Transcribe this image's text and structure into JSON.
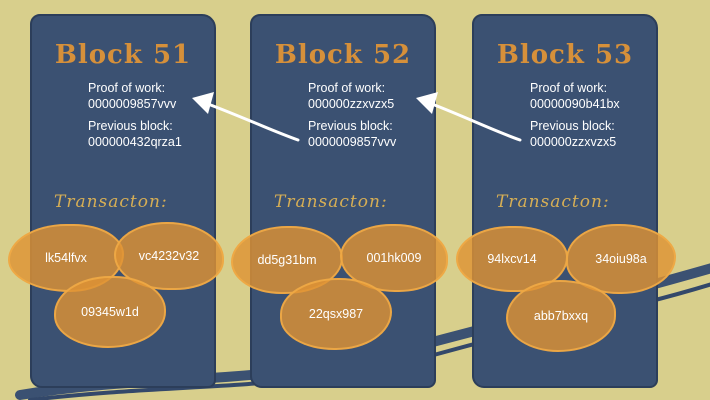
{
  "blocks": [
    {
      "title": "Block 51",
      "pow_label": "Proof of work:",
      "pow_value": "0000009857vvv",
      "prev_label": "Previous block:",
      "prev_value": "000000432qrza1",
      "tx_label": "Transacton:",
      "transactions": [
        "lk54lfvx",
        "vc4232v32",
        "09345w1d"
      ]
    },
    {
      "title": "Block 52",
      "pow_label": "Proof of work:",
      "pow_value": "000000zzxvzx5",
      "prev_label": "Previous block:",
      "prev_value": "0000009857vvv",
      "tx_label": "Transacton:",
      "transactions": [
        "dd5g31bm",
        "001hk009",
        "22qsx987"
      ]
    },
    {
      "title": "Block 53",
      "pow_label": "Proof of work:",
      "pow_value": "00000090b41bx",
      "prev_label": "Previous block:",
      "prev_value": "000000zzxvzx5",
      "tx_label": "Transacton:",
      "transactions": [
        "94lxcv14",
        "34oiu98a",
        "abb7bxxq"
      ]
    }
  ],
  "colors": {
    "background": "#d8cf8c",
    "card": "#3b5172",
    "title": "#d6903a",
    "transaction_blob": "#de9234",
    "chain_line": "#3b5172",
    "arrow": "#ffffff"
  }
}
